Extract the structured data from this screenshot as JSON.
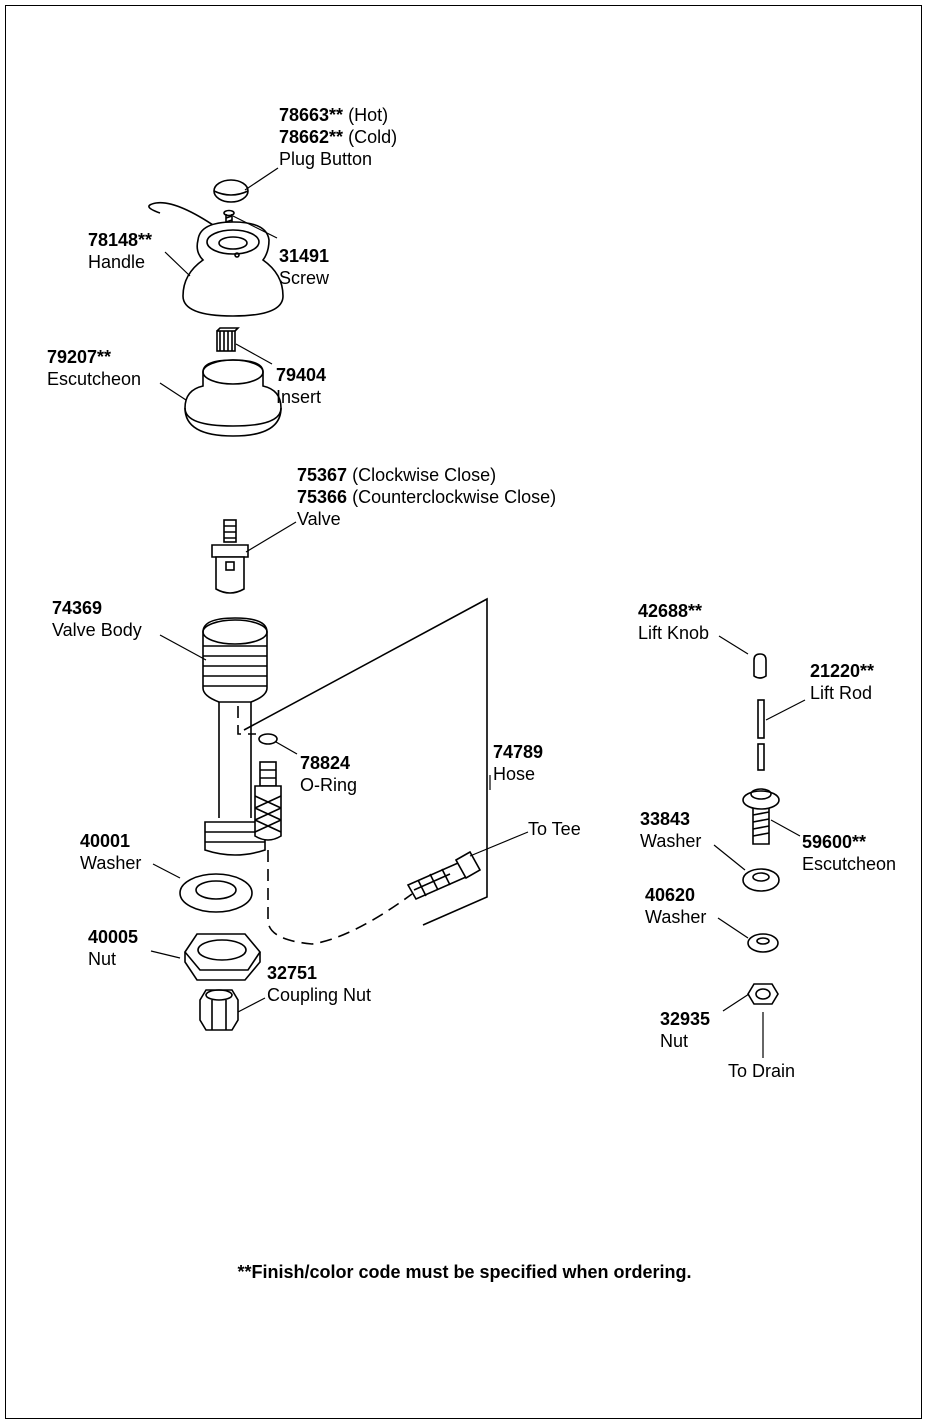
{
  "parts": {
    "plug_button": {
      "num1": "78663**",
      "note1": "(Hot)",
      "num2": "78662**",
      "note2": "(Cold)",
      "name": "Plug Button"
    },
    "screw": {
      "num": "31491",
      "name": "Screw"
    },
    "handle": {
      "num": "78148**",
      "name": "Handle"
    },
    "escutcheon_top": {
      "num": "79207**",
      "name": "Escutcheon"
    },
    "insert": {
      "num": "79404",
      "name": "Insert"
    },
    "valve": {
      "num1": "75367",
      "note1": "(Clockwise Close)",
      "num2": "75366",
      "note2": "(Counterclockwise Close)",
      "name": "Valve"
    },
    "valve_body": {
      "num": "74369",
      "name": "Valve Body"
    },
    "o_ring": {
      "num": "78824",
      "name": "O-Ring"
    },
    "hose": {
      "num": "74789",
      "name": "Hose"
    },
    "to_tee": {
      "name": "To Tee"
    },
    "washer_40001": {
      "num": "40001",
      "name": "Washer"
    },
    "nut_40005": {
      "num": "40005",
      "name": "Nut"
    },
    "coupling_nut": {
      "num": "32751",
      "name": "Coupling Nut"
    },
    "lift_knob": {
      "num": "42688**",
      "name": "Lift Knob"
    },
    "lift_rod": {
      "num": "21220**",
      "name": "Lift Rod"
    },
    "washer_33843": {
      "num": "33843",
      "name": "Washer"
    },
    "escutcheon_drain": {
      "num": "59600**",
      "name": "Escutcheon"
    },
    "washer_40620": {
      "num": "40620",
      "name": "Washer"
    },
    "nut_32935": {
      "num": "32935",
      "name": "Nut"
    },
    "to_drain": {
      "name": "To Drain"
    }
  },
  "footnote": "**Finish/color code must be specified when ordering."
}
